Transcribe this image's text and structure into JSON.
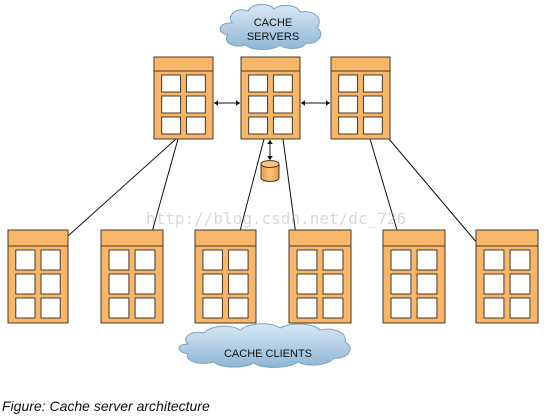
{
  "diagram": {
    "top_cloud": {
      "line1": "CACHE",
      "line2": "SERVERS"
    },
    "bottom_cloud": {
      "label": "CACHE CLIENTS"
    },
    "watermark": "http://blog.csdn.net/dc_726",
    "caption": "Figure: Cache server architecture",
    "colors": {
      "server_fill": "#f7b668",
      "window_fill": "#ffffff",
      "outline": "#4a3a26",
      "cloud_fill": "#a9c9e3",
      "line": "#111111"
    },
    "nodes": {
      "servers": [
        "server-1",
        "server-2",
        "server-3"
      ],
      "clients": [
        "client-1",
        "client-2",
        "client-3",
        "client-4",
        "client-5",
        "client-6"
      ],
      "database": "cache-db"
    }
  }
}
